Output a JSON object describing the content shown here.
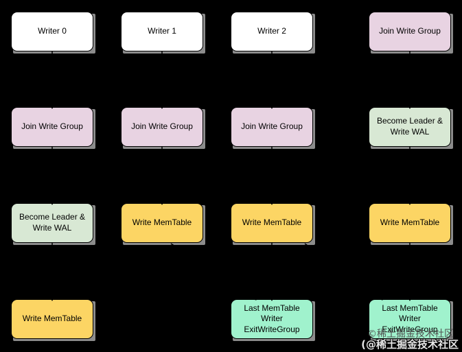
{
  "palette": {
    "background": "#000000",
    "writer_fill": "#ffffff",
    "join_fill": "#e8d3e2",
    "leader_fill": "#d8e8d4",
    "memtable_fill": "#fcd564",
    "exit_fill": "#a0f2cd",
    "shadow": "#8c8c8c",
    "border": "#000000",
    "connector": "#000000",
    "text": "#000000"
  },
  "columns": [
    {
      "name": "writer-0",
      "nodes": [
        {
          "label": "Writer 0",
          "type": "writer"
        },
        {
          "label": "Join Write Group",
          "type": "join"
        },
        {
          "label": "Become Leader & Write WAL",
          "type": "leader"
        },
        {
          "label": "Write MemTable",
          "type": "memtable"
        }
      ]
    },
    {
      "name": "writer-1",
      "nodes": [
        {
          "label": "Writer 1",
          "type": "writer"
        },
        {
          "label": "Join Write Group",
          "type": "join"
        },
        {
          "label": "Write MemTable",
          "type": "memtable"
        }
      ]
    },
    {
      "name": "writer-2",
      "nodes": [
        {
          "label": "Writer 2",
          "type": "writer"
        },
        {
          "label": "Join Write Group",
          "type": "join"
        },
        {
          "label": "Write MemTable",
          "type": "memtable"
        },
        {
          "label": "Last MemTable Writer ExitWriteGroup",
          "type": "exit"
        }
      ]
    },
    {
      "name": "next-write-group",
      "nodes": [
        {
          "label": "Join Write Group",
          "type": "join"
        },
        {
          "label": "Become Leader & Write WAL",
          "type": "leader"
        },
        {
          "label": "Write MemTable",
          "type": "memtable"
        },
        {
          "label": "Last MemTable Writer ExitWriteGroup",
          "type": "exit"
        }
      ]
    }
  ],
  "watermark": {
    "line1": "©稀土掘金技术社区",
    "line2": "(@稀土掘金技术社区"
  }
}
